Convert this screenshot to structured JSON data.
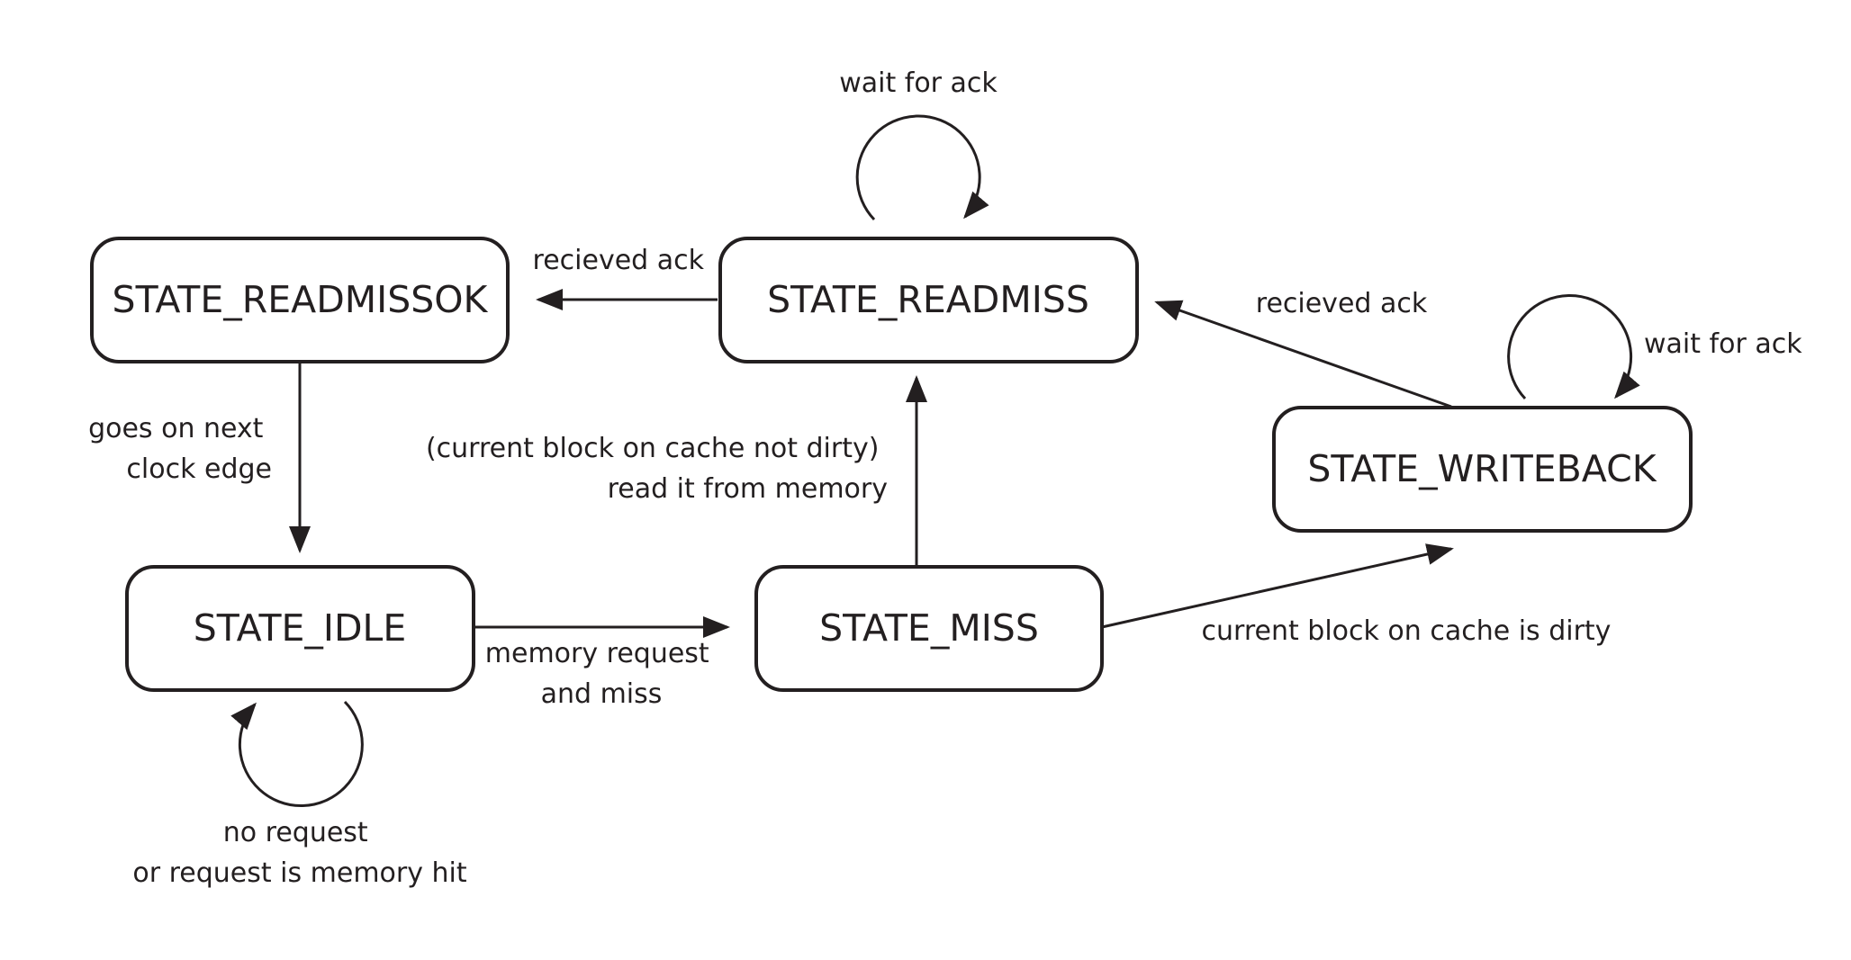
{
  "states": {
    "readmissok": "STATE_READMISSOK",
    "readmiss": "STATE_READMISS",
    "writeback": "STATE_WRITEBACK",
    "idle": "STATE_IDLE",
    "miss": "STATE_MISS"
  },
  "transitions": {
    "readmiss_self": "wait for ack",
    "readmiss_to_readmissok": "recieved ack",
    "writeback_to_readmiss": "recieved ack",
    "writeback_self": "wait for ack",
    "readmissok_to_idle": [
      "goes on next",
      "clock edge"
    ],
    "miss_to_readmiss": [
      "(current block on cache not dirty)",
      "read it from memory"
    ],
    "idle_to_miss": [
      "memory request",
      "and miss"
    ],
    "miss_to_writeback": "current block on cache is dirty",
    "idle_self": [
      "no request",
      "or request is memory hit"
    ]
  },
  "colors": {
    "stroke": "#231f20",
    "background": "#ffffff"
  }
}
